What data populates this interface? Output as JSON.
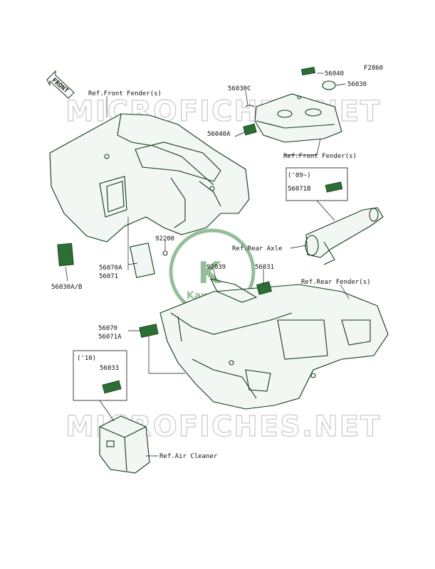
{
  "diagram_code": "F2860",
  "front_arrow_label": "FRONT",
  "watermark": "MICROFICHES.NET",
  "logo": {
    "letter": "K",
    "name": "Kawasaki"
  },
  "labels": {
    "ref_front_fender_left": "Ref.Front Fender(s)",
    "ref_front_fender_right": "Ref.Front Fender(s)",
    "ref_rear_axle": "Ref.Rear Axle",
    "ref_rear_fender": "Ref.Rear Fender(s)",
    "ref_air_cleaner": "Ref.Air Cleaner",
    "p56030C": "56030C",
    "p56040": "56040",
    "p56030": "56030",
    "p56040A": "56040A",
    "year_09": "('09~)",
    "p56071B": "56071B",
    "p92200": "92200",
    "p56070A": "56070A",
    "p56071_top": "56071",
    "p56030AB": "56030A/B",
    "p92039": "92039",
    "p56031": "56031",
    "p56070": "56070",
    "p56071A": "56071A",
    "year_10": "('10)",
    "p56033": "56033"
  },
  "colors": {
    "line": "#0f3a16",
    "label_fill": "#2d6e35",
    "watermark": "#c9c9c9",
    "logo": "#3b8a46"
  }
}
